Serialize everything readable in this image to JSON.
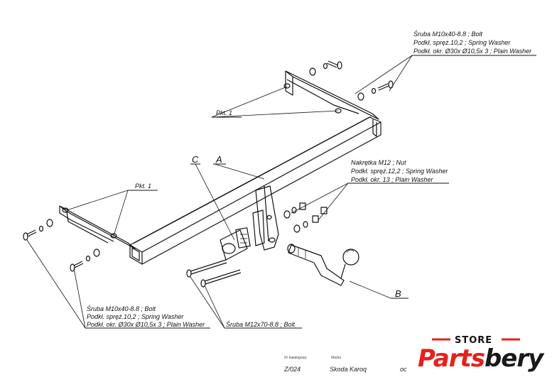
{
  "callouts": {
    "top_right": [
      "Śruba M10x40-8.8 ;  Bolt",
      "Podkł. spręż.10,2 ; Spring Washer",
      "Podkł. okr.  Ø30x Ø10,5x 3 ; Plain Washer"
    ],
    "pkt1_top": "Pkt. 1",
    "pkt1_left": "Pkt. 1",
    "label_c": "C",
    "label_a": "A",
    "label_b": "B",
    "nut_group": [
      "Nakrętka  M12 ; Nut",
      "Podkł. spręż.12,2 ; Spring Washer",
      "Podkł. okr. 13 ; Plain Washer"
    ],
    "bottom_left": [
      "Śruba M10x40-8.8 ;  Bolt",
      "Podkł. spręż.10,2 ; Spring Washer",
      "Podkł. okr.  Ø30x Ø10,5x 3 ; Plain Washer"
    ],
    "bottom_mid": "Śruba M12x70-8.8 ;  Bolt"
  },
  "footer": {
    "catalog_label": "Nr katalogowy",
    "catalog_value": "Z/024",
    "brand_label": "Marka",
    "brand_value": "Skoda Karoq",
    "cut_text": "oc"
  },
  "logo": {
    "store": "STORE",
    "name": "Partsbery",
    "color_red": "#e3221b",
    "color_dark": "#1a1a1a"
  }
}
